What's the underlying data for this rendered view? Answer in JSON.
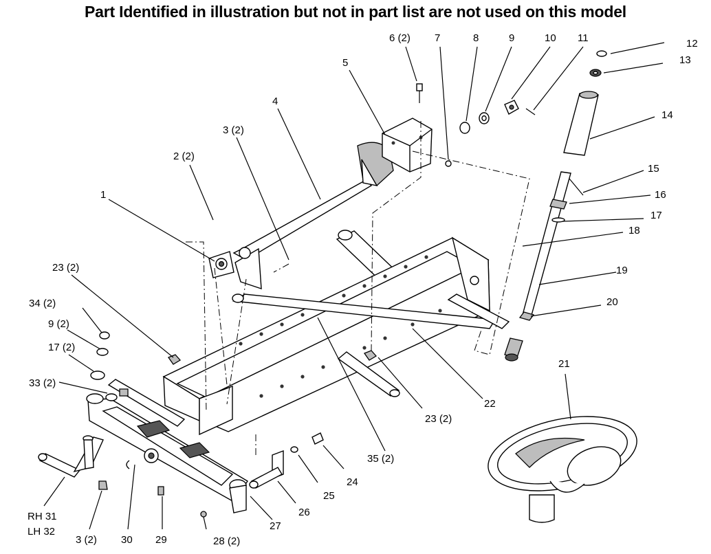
{
  "title": "Part Identified in illustration but not in part list are not used on this model",
  "callouts": [
    {
      "id": "1",
      "label": "1"
    },
    {
      "id": "2",
      "label": "2 (2)"
    },
    {
      "id": "3a",
      "label": "3 (2)"
    },
    {
      "id": "3b",
      "label": "3 (2)"
    },
    {
      "id": "4",
      "label": "4"
    },
    {
      "id": "5",
      "label": "5"
    },
    {
      "id": "6",
      "label": "6 (2)"
    },
    {
      "id": "7",
      "label": "7"
    },
    {
      "id": "8",
      "label": "8"
    },
    {
      "id": "9a",
      "label": "9"
    },
    {
      "id": "9b",
      "label": "9 (2)"
    },
    {
      "id": "10",
      "label": "10"
    },
    {
      "id": "11",
      "label": "11"
    },
    {
      "id": "12",
      "label": "12"
    },
    {
      "id": "13",
      "label": "13"
    },
    {
      "id": "14",
      "label": "14"
    },
    {
      "id": "15",
      "label": "15"
    },
    {
      "id": "16",
      "label": "16"
    },
    {
      "id": "17a",
      "label": "17"
    },
    {
      "id": "17b",
      "label": "17 (2)"
    },
    {
      "id": "18",
      "label": "18"
    },
    {
      "id": "19",
      "label": "19"
    },
    {
      "id": "20",
      "label": "20"
    },
    {
      "id": "21",
      "label": "21"
    },
    {
      "id": "22",
      "label": "22"
    },
    {
      "id": "23a",
      "label": "23 (2)"
    },
    {
      "id": "23b",
      "label": "23 (2)"
    },
    {
      "id": "24",
      "label": "24"
    },
    {
      "id": "25",
      "label": "25"
    },
    {
      "id": "26",
      "label": "26"
    },
    {
      "id": "27",
      "label": "27"
    },
    {
      "id": "28",
      "label": "28 (2)"
    },
    {
      "id": "29",
      "label": "29"
    },
    {
      "id": "30",
      "label": "30"
    },
    {
      "id": "31",
      "label": "RH 31"
    },
    {
      "id": "32",
      "label": "LH 32"
    },
    {
      "id": "33",
      "label": "33 (2)"
    },
    {
      "id": "34",
      "label": "34 (2)"
    },
    {
      "id": "35",
      "label": "35 (2)"
    }
  ]
}
